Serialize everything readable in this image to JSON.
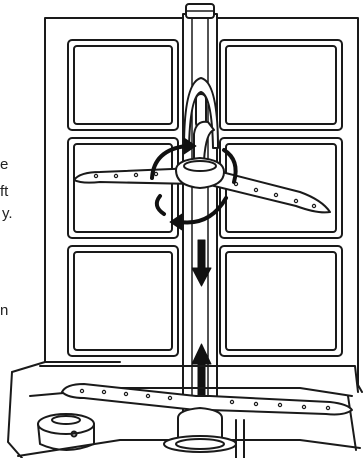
{
  "side_text_fragments": [
    "e",
    "ft",
    "y.",
    "n"
  ],
  "colors": {
    "line": "#1a1a1a",
    "fill": "#ffffff",
    "arrow": "#111111"
  },
  "icons": {
    "rotation_arrow": "rotation-arrow-icon",
    "flow_arrow_down": "arrow-down-icon",
    "flow_arrow_up": "arrow-up-icon"
  }
}
